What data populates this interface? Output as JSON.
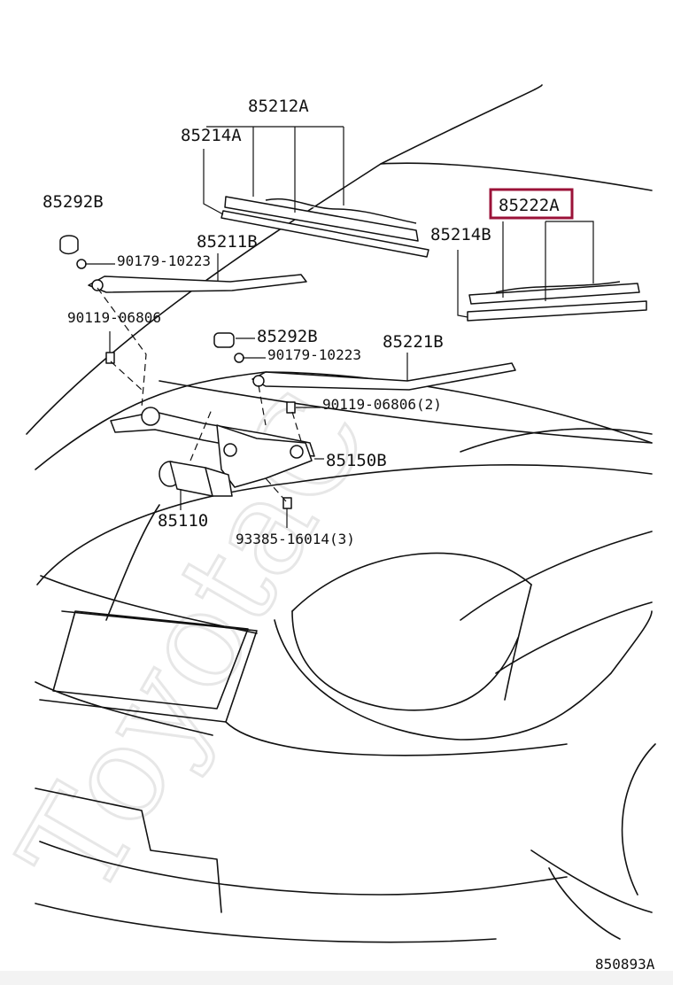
{
  "watermark": "ToyotaC",
  "callouts": [
    {
      "id": "c1",
      "text": "85212A"
    },
    {
      "id": "c2",
      "text": "85214A"
    },
    {
      "id": "c3",
      "text": "85292B"
    },
    {
      "id": "c4",
      "text": "85211B"
    },
    {
      "id": "c5",
      "text": "90179-10223"
    },
    {
      "id": "c6",
      "text": "90119-06806"
    },
    {
      "id": "c7",
      "text": "85222A"
    },
    {
      "id": "c8",
      "text": "85214B"
    },
    {
      "id": "c9",
      "text": "85292B"
    },
    {
      "id": "c10",
      "text": "85221B"
    },
    {
      "id": "c11",
      "text": "90179-10223"
    },
    {
      "id": "c12",
      "text": "90119-06806(2)"
    },
    {
      "id": "c13",
      "text": "85150B"
    },
    {
      "id": "c14",
      "text": "85110"
    },
    {
      "id": "c15",
      "text": "93385-16014(3)"
    }
  ],
  "highlight_color": "#9b1238",
  "diagram_code": "850893A"
}
